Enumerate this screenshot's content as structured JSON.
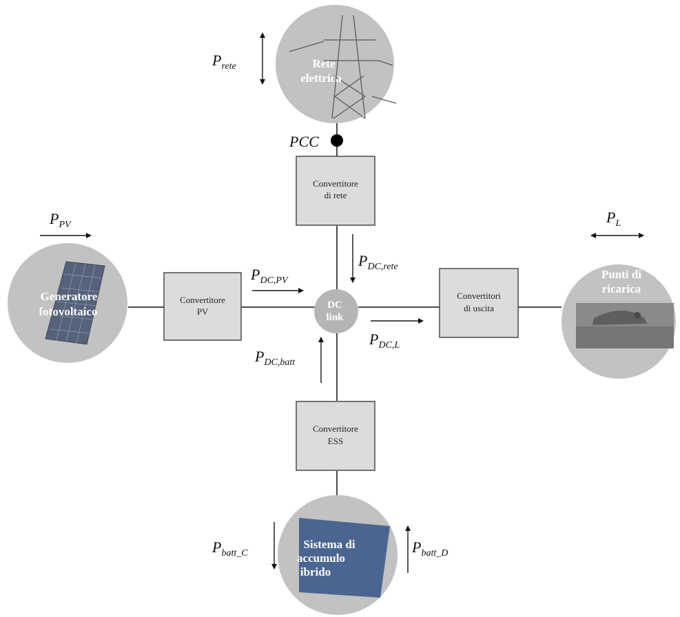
{
  "nodes": {
    "grid": {
      "line1": "Rete",
      "line2": "elettrica"
    },
    "pv": {
      "line1": "Generatore",
      "line2": "fotovoltaico"
    },
    "charging": {
      "line1": "Punti di",
      "line2": "ricarica"
    },
    "storage": {
      "line1": "Sistema di",
      "line2": "accumulo",
      "line3": "ibrido"
    },
    "dc_link": {
      "line1": "DC",
      "line2": "link"
    }
  },
  "converters": {
    "grid": {
      "line1": "Convertitore",
      "line2": "di rete"
    },
    "pv": {
      "line1": "Convertitore",
      "line2": "PV"
    },
    "output": {
      "line1": "Convertitori",
      "line2": "di uscita"
    },
    "ess": {
      "line1": "Convertitore",
      "line2": "ESS"
    }
  },
  "pcc_label": "PCC",
  "power_labels": {
    "p_rete": {
      "main": "P",
      "sub": "rete"
    },
    "p_pv": {
      "main": "P",
      "sub": "PV"
    },
    "p_l": {
      "main": "P",
      "sub": "L"
    },
    "p_dc_pv": {
      "main": "P",
      "sub": "DC,PV"
    },
    "p_dc_rete": {
      "main": "P",
      "sub": "DC,rete"
    },
    "p_dc_l": {
      "main": "P",
      "sub": "DC,L"
    },
    "p_dc_batt": {
      "main": "P",
      "sub": "DC,batt"
    },
    "p_batt_c": {
      "main": "P",
      "sub": "batt_C"
    },
    "p_batt_d": {
      "main": "P",
      "sub": "batt_D"
    }
  },
  "colors": {
    "node_fill": "#c2c2c2",
    "converter_fill": "#dcdcdc",
    "battery_blue": "#4a6690",
    "wire": "#4a4a4a"
  }
}
